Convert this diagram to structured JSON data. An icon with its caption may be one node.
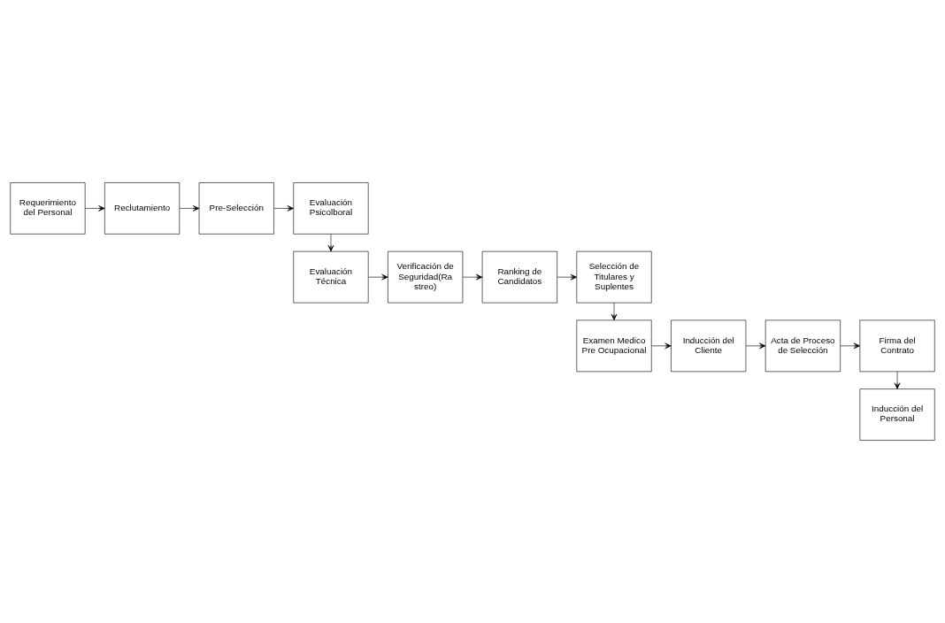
{
  "diagram": {
    "nodes": [
      {
        "text": [
          "Requerimiento del Personal"
        ]
      },
      {
        "text": [
          "Reclutamiento"
        ]
      },
      {
        "text": [
          "Pre-Selección"
        ]
      },
      {
        "text": [
          "Evaluación Psicolboral"
        ]
      },
      {
        "text": [
          "Evaluación Técnica"
        ]
      },
      {
        "text": [
          "Verificación de Seguridad(Ra streo)"
        ]
      },
      {
        "text": [
          "Ranking de Candidatos"
        ]
      },
      {
        "text": [
          "Selección de Titulares y Suplentes"
        ]
      },
      {
        "text": [
          "Examen Medico Pre Ocupacional"
        ]
      },
      {
        "text": [
          "Inducción del Cliente"
        ]
      },
      {
        "text": [
          "Acta de Proceso de Selección"
        ]
      },
      {
        "text": [
          "Firma del Contrato"
        ]
      },
      {
        "text": [
          "Inducción del Personal"
        ]
      }
    ],
    "edges": [
      {
        "from": 0,
        "to": 1,
        "arrow": "to"
      },
      {
        "from": 1,
        "to": 2,
        "arrow": "to"
      },
      {
        "from": 2,
        "to": 3,
        "arrow": "to"
      },
      {
        "from": 3,
        "to": 4,
        "arrow": "to"
      },
      {
        "from": 4,
        "to": 5,
        "arrow": "to"
      },
      {
        "from": 5,
        "to": 6,
        "arrow": "to"
      },
      {
        "from": 6,
        "to": 7,
        "arrow": "to"
      },
      {
        "from": 7,
        "to": 8,
        "arrow": "to"
      },
      {
        "from": 8,
        "to": 9,
        "arrow": "to"
      },
      {
        "from": 9,
        "to": 10,
        "arrow": "to"
      },
      {
        "from": 10,
        "to": 11,
        "arrow": "to"
      },
      {
        "from": 11,
        "to": 12,
        "arrow": "to"
      }
    ]
  }
}
